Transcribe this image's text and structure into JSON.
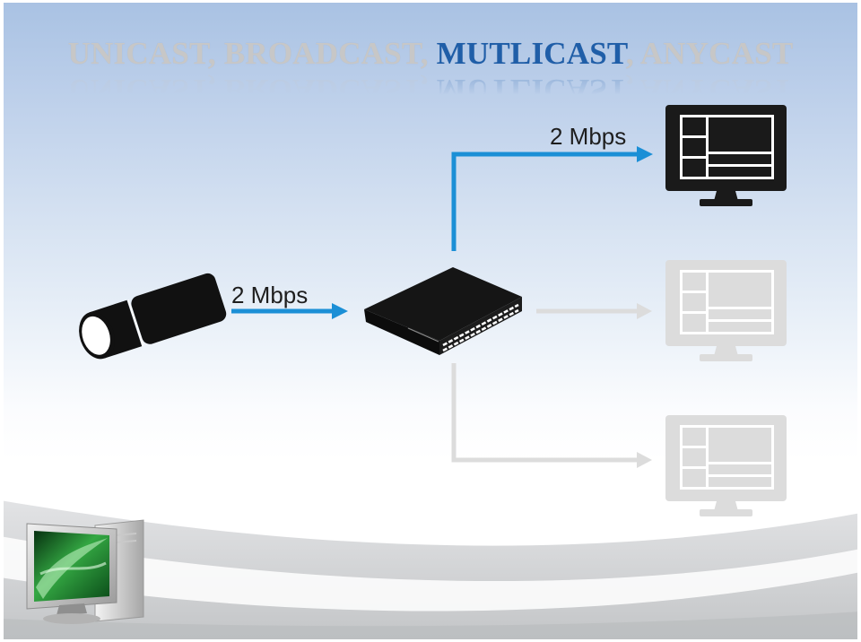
{
  "slide": {
    "title": {
      "part1": "UNICAST, BROADCAST, ",
      "highlight": "MUTLICAST",
      "part2": ", ANYCAST"
    },
    "colors": {
      "title_muted": "#c7c7c7",
      "title_highlight": "#1f5ea8"
    }
  },
  "diagram": {
    "source": {
      "icon": "video-camera-icon"
    },
    "hub": {
      "icon": "network-switch-icon"
    },
    "input_link": {
      "label": "2 Mbps",
      "color": "#1b8fd6"
    },
    "output_links": [
      {
        "label": "2 Mbps",
        "color": "#1b8fd6",
        "receiver_icon": "monitor-icon",
        "receiver_color": "#1a1a1a"
      },
      {
        "color": "#dcdcdc",
        "receiver_icon": "monitor-icon",
        "receiver_color": "#dcdcdc"
      },
      {
        "color": "#dcdcdc",
        "receiver_icon": "monitor-icon",
        "receiver_color": "#dcdcdc"
      }
    ]
  },
  "decor": {
    "corner_icon": "desktop-computer-icon"
  }
}
